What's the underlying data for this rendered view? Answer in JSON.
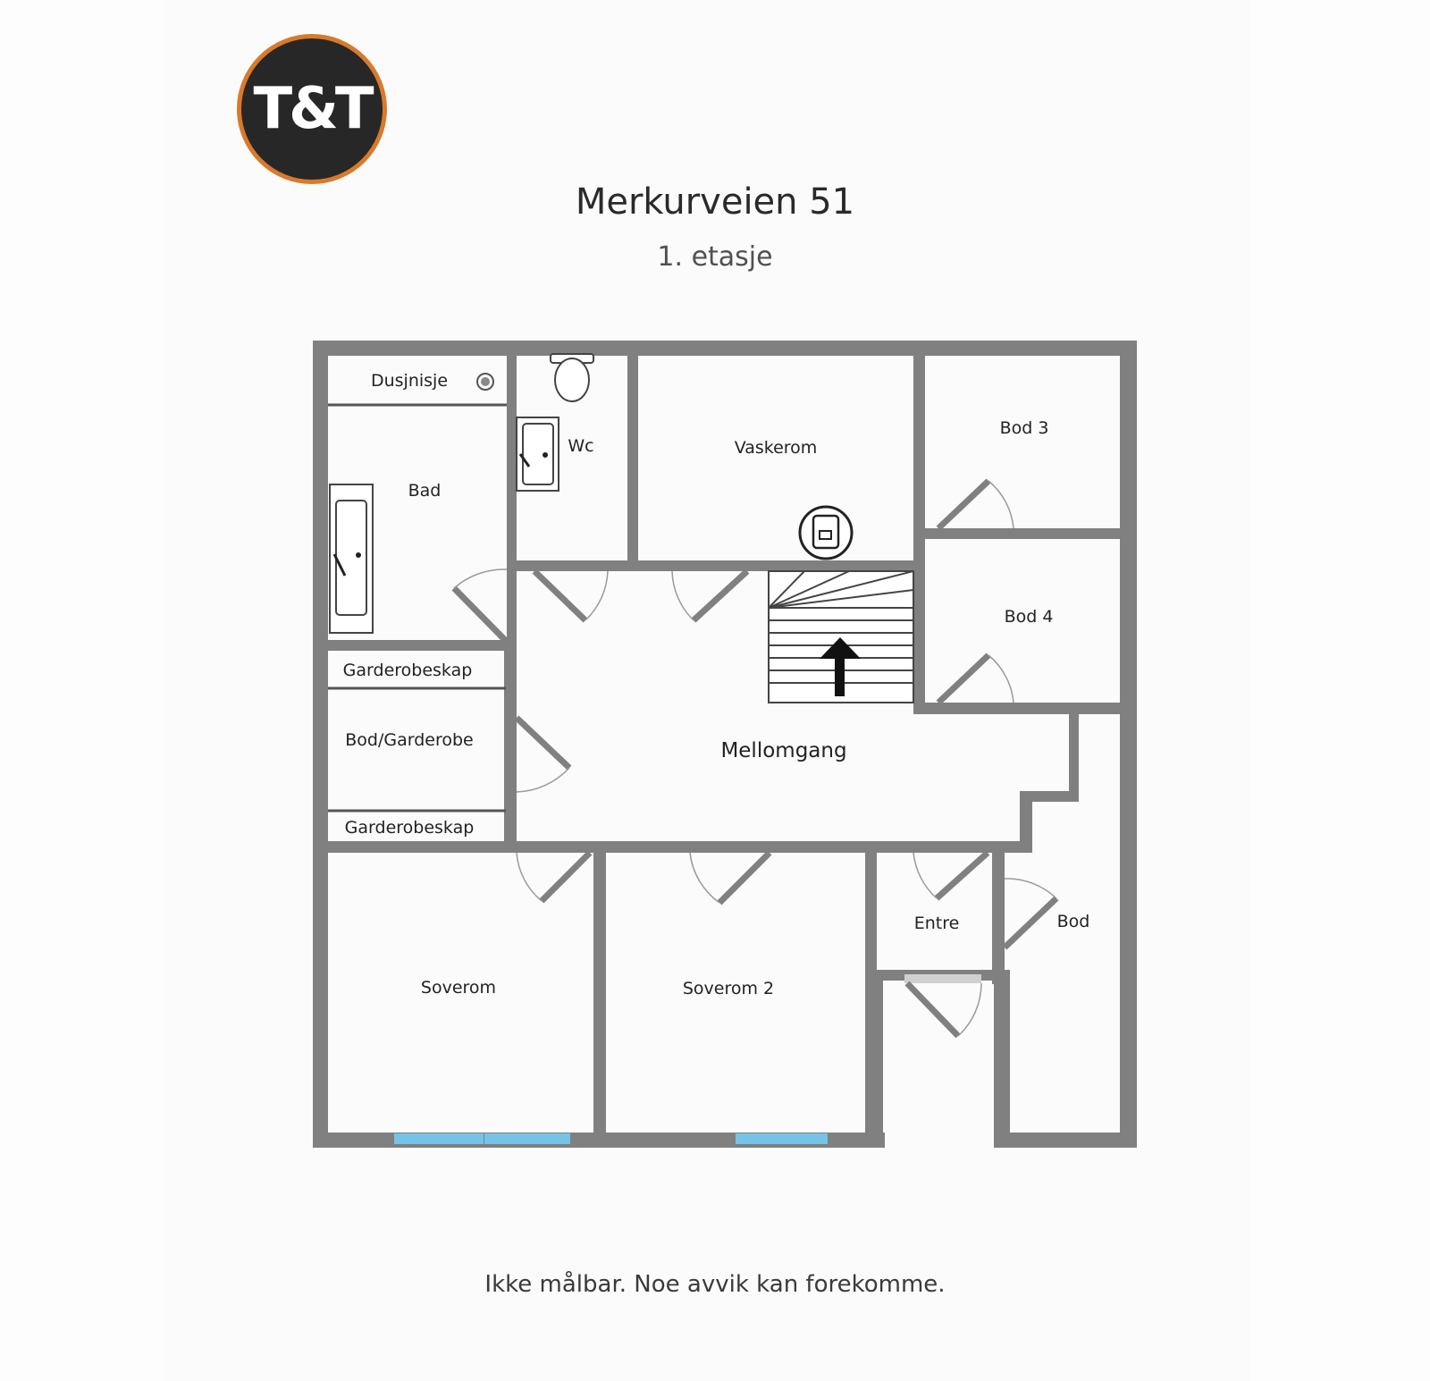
{
  "logo": {
    "text": "T&T"
  },
  "header": {
    "title": "Merkurveien 51",
    "subtitle": "1. etasje"
  },
  "rooms": {
    "dusjnisje": "Dusjnisje",
    "bad": "Bad",
    "wc": "Wc",
    "vaskerom": "Vaskerom",
    "bod3": "Bod 3",
    "bod4": "Bod 4",
    "garderobeskap_top": "Garderobeskap",
    "bod_garderobe": "Bod/Garderobe",
    "garderobeskap_bottom": "Garderobeskap",
    "mellomgang": "Mellomgang",
    "soverom": "Soverom",
    "soverom2": "Soverom 2",
    "entre": "Entre",
    "bod": "Bod"
  },
  "footer": {
    "disclaimer": "Ikke målbar. Noe avvik kan forekomme."
  },
  "colors": {
    "wall": "#808080",
    "window": "#76c3e8",
    "logo_ring": "#d97a2b",
    "logo_bg": "#272727"
  }
}
